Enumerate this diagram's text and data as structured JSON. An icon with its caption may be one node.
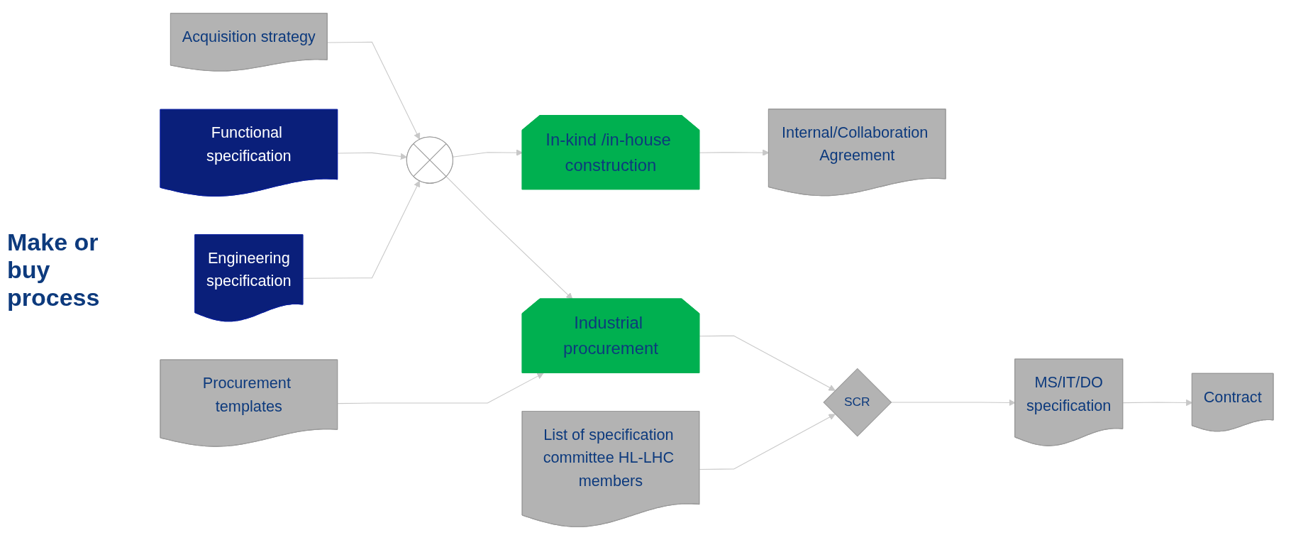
{
  "diagram": {
    "nodes": [
      {
        "text": [
          "Acquisition strategy"
        ]
      },
      {
        "text": [
          "Functional specification"
        ]
      },
      {
        "text": [
          "Engineering",
          "specification"
        ]
      },
      {
        "text": [],
        "shape": "circle"
      },
      {
        "text": [
          "In-kind /in-house construction"
        ]
      },
      {
        "text": [
          "Industrial procurement"
        ]
      },
      {
        "text": [
          "Internal/Collaboration Agreement"
        ]
      },
      {
        "text": [
          "MS/IT/DO",
          "specification"
        ]
      },
      {
        "text": [
          "SCR"
        ]
      },
      {
        "text": [
          "Contract"
        ]
      },
      {
        "text": [
          "Procurement templates"
        ]
      },
      {
        "text": [
          "List of specification committee HL-LHC members"
        ]
      }
    ],
    "edges": [
      {
        "from": 0,
        "to": 3,
        "arrow": "to"
      },
      {
        "from": 1,
        "to": 3,
        "arrow": "to"
      },
      {
        "from": 2,
        "to": 3,
        "arrow": "to"
      },
      {
        "from": 3,
        "to": 4,
        "arrow": "to"
      },
      {
        "from": 3,
        "to": 5,
        "arrow": "to"
      },
      {
        "from": 4,
        "to": 6,
        "arrow": "to"
      },
      {
        "from": 10,
        "to": 5,
        "arrow": "to"
      },
      {
        "from": 5,
        "to": 8,
        "arrow": "to"
      },
      {
        "from": 11,
        "to": 8,
        "arrow": "to"
      },
      {
        "from": 8,
        "to": 7,
        "arrow": "to"
      },
      {
        "from": 7,
        "to": 9,
        "arrow": "to"
      }
    ],
    "labels": [
      "Make or buy process"
    ]
  }
}
